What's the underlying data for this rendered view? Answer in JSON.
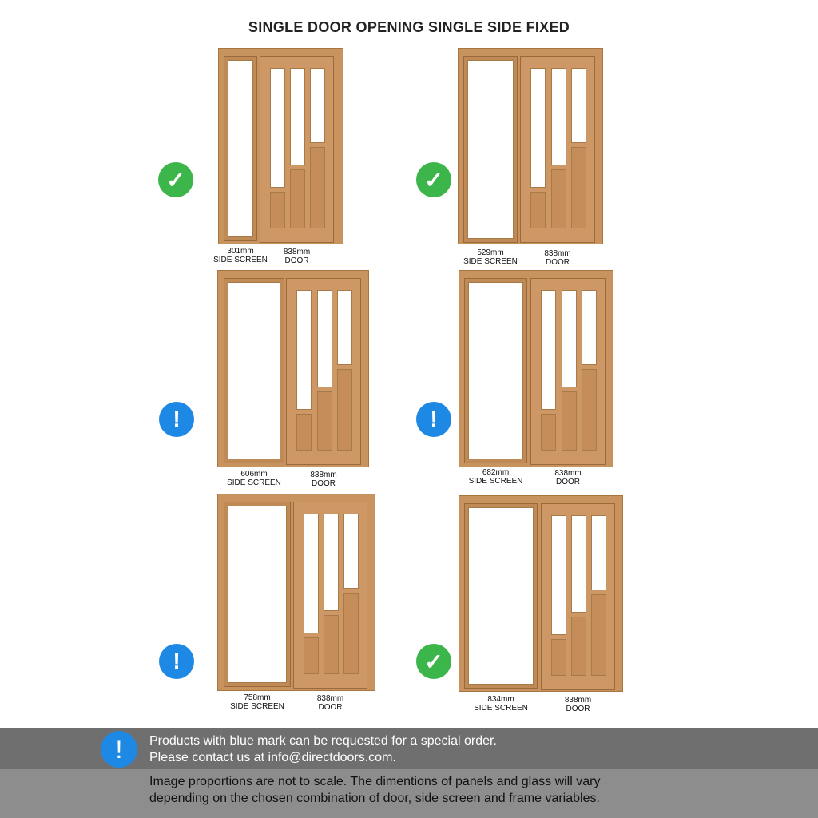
{
  "title": "SINGLE DOOR OPENING SINGLE SIDE FIXED",
  "colors": {
    "ok": "#3cb54a",
    "special": "#1e88e5"
  },
  "options": [
    {
      "side_size": "301mm",
      "side_label": "SIDE SCREEN",
      "door_size": "838mm",
      "door_label": "DOOR",
      "status": "ok",
      "icon": "check-icon"
    },
    {
      "side_size": "529mm",
      "side_label": "SIDE SCREEN",
      "door_size": "838mm",
      "door_label": "DOOR",
      "status": "ok",
      "icon": "check-icon"
    },
    {
      "side_size": "606mm",
      "side_label": "SIDE SCREEN",
      "door_size": "838mm",
      "door_label": "DOOR",
      "status": "special",
      "icon": "exclamation-icon"
    },
    {
      "side_size": "682mm",
      "side_label": "SIDE SCREEN",
      "door_size": "838mm",
      "door_label": "DOOR",
      "status": "special",
      "icon": "exclamation-icon"
    },
    {
      "side_size": "758mm",
      "side_label": "SIDE SCREEN",
      "door_size": "838mm",
      "door_label": "DOOR",
      "status": "special",
      "icon": "exclamation-icon"
    },
    {
      "side_size": "834mm",
      "side_label": "SIDE SCREEN",
      "door_size": "838mm",
      "door_label": "DOOR",
      "status": "ok",
      "icon": "check-icon"
    }
  ],
  "footer": {
    "notice_line1": "Products with blue mark can be requested for a special order.",
    "notice_line2": "Please contact us at info@directdoors.com.",
    "disclaimer_line1": "Image proportions are not to scale. The dimentions of panels and glass will vary",
    "disclaimer_line2": "depending on the chosen combination of door, side screen and frame variables."
  }
}
